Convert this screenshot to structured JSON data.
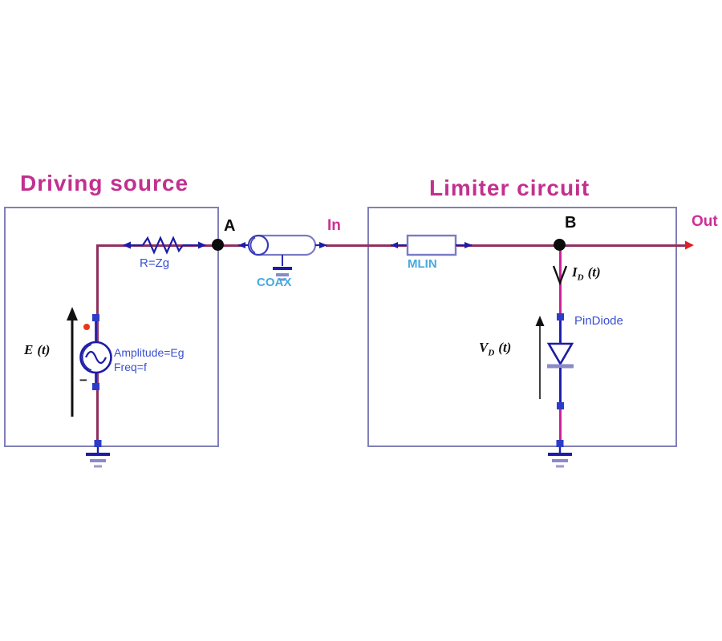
{
  "titles": {
    "driving_source": "Driving source",
    "limiter_circuit": "Limiter circuit"
  },
  "nodes": {
    "a": "A",
    "b": "B",
    "in_port": "In",
    "out_port": "Out"
  },
  "driving_source": {
    "e_symbol": "E",
    "e_suffix": "(t)",
    "amplitude": "Amplitude=Eg",
    "freq": "Freq=f",
    "minus_sign": "−",
    "resistor_label": "R=Zg"
  },
  "transmission": {
    "coax_label": "COAX",
    "mlin_label": "MLIN"
  },
  "limiter": {
    "pindiode_label": "PinDiode",
    "current_symbol": "I",
    "current_sub": "D",
    "current_suffix": "(t)",
    "voltage_symbol": "V",
    "voltage_sub": "D",
    "voltage_suffix": "(t)"
  },
  "colors": {
    "title_magenta": "#c2308f",
    "wire_maroon": "#90305f",
    "wire_magenta": "#d0219b",
    "component_navy": "#1c1ca8",
    "component_slate": "#8a8ac8",
    "box_border": "#8080b8",
    "label_blue": "#3a50d0",
    "label_cyan": "#45aae0",
    "terminal_blue": "#2d3cc8",
    "accent_red": "#e83818",
    "out_arrow_red": "#e02020",
    "node_black": "#0c0c0c"
  }
}
